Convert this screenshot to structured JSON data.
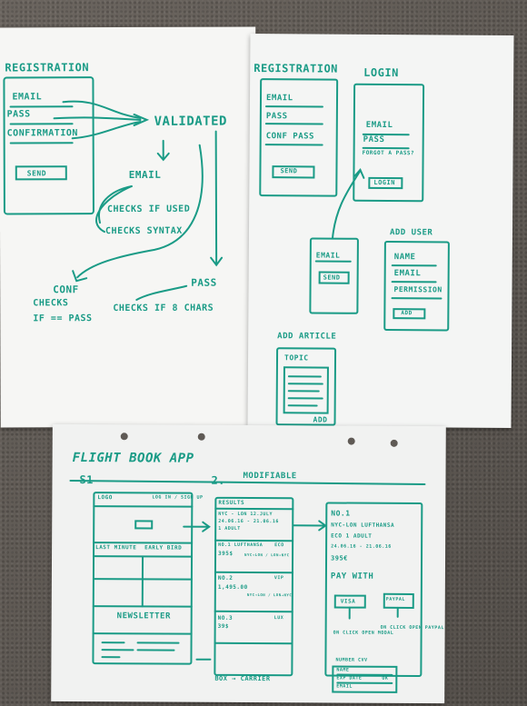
{
  "left_sheet": {
    "title": "REGISTRATION",
    "fields": [
      "EMAIL",
      "PASS",
      "CONFIRMATION"
    ],
    "send": "SEND",
    "validated": "VALIDATED",
    "email": "EMAIL",
    "checks_used": "CHECKS IF USED",
    "checks_syntax": "CHECKS SYNTAX",
    "pass": "PASS",
    "checks_chars": "CHECKS IF 8 CHARS",
    "conf": "CONF",
    "conf_checks": "CHECKS",
    "conf_if": "IF == PASS"
  },
  "right_sheet": {
    "registration_title": "REGISTRATION",
    "login_title": "LOGIN",
    "reg_fields": [
      "EMAIL",
      "PASS",
      "CONF PASS"
    ],
    "reg_send": "SEND",
    "login_fields": [
      "EMAIL",
      "PASS"
    ],
    "forgot": "FORGOT A PASS?",
    "login_btn": "LOGIN",
    "forgot_email": "EMAIL",
    "forgot_send": "SEND",
    "add_user_title": "ADD USER",
    "add_user_fields": [
      "NAME",
      "EMAIL",
      "PERMISSION"
    ],
    "add_user_btn": "ADD",
    "add_article_title": "ADD ARTICLE",
    "topic": "TOPIC",
    "add_article_btn": "ADD"
  },
  "bottom_sheet": {
    "title": "FLIGHT BOOK APP",
    "s1": "S1",
    "logo": "LOGO",
    "log_in": "LOG IN / SIGN UP",
    "last_minute": "LAST MINUTE",
    "early_bird": "EARLY BIRD",
    "newsletter": "NEWSLETTER",
    "s2": "2.",
    "modifiable": "MODIFIABLE",
    "results": "RESULTS",
    "route": "NYC - LON 12.JULY",
    "route2": "24.06.16 - 21.06.16",
    "adult": "1 ADULT",
    "r1_label": "NO.1 LUFTHANSA",
    "r1_price": "395$",
    "r1_path": "NYC→LON / LON→NYC",
    "r1_tag": "ECO",
    "r2_label": "NO.2",
    "r2_price": "1,495.00",
    "r2_path": "NYC→LON / LON→NYC",
    "r2_tag": "VIP",
    "r3_label": "NO.3",
    "r3_price": "39$",
    "r3_tag": "LUX",
    "box_label": "BOX → CARRIER",
    "d_no": "NO.1",
    "d_airline": "NYC-LON LUFTHANSA",
    "d_class": "ECO  1 ADULT",
    "d_dates": "24.06.16 - 21.06.16",
    "d_price": "395€",
    "pay_with": "PAY WITH",
    "visa": "VISA",
    "paypal": "PAYPAL",
    "onclick_visa": "ON CLICK OPEN MODAL",
    "onclick_paypal": "ON CLICK OPEN PAYPAL",
    "card_fields": "NUMBER  CVV",
    "name": "NAME",
    "expiry": "EXP DATE",
    "email": "EMAIL",
    "ok": "OK"
  }
}
